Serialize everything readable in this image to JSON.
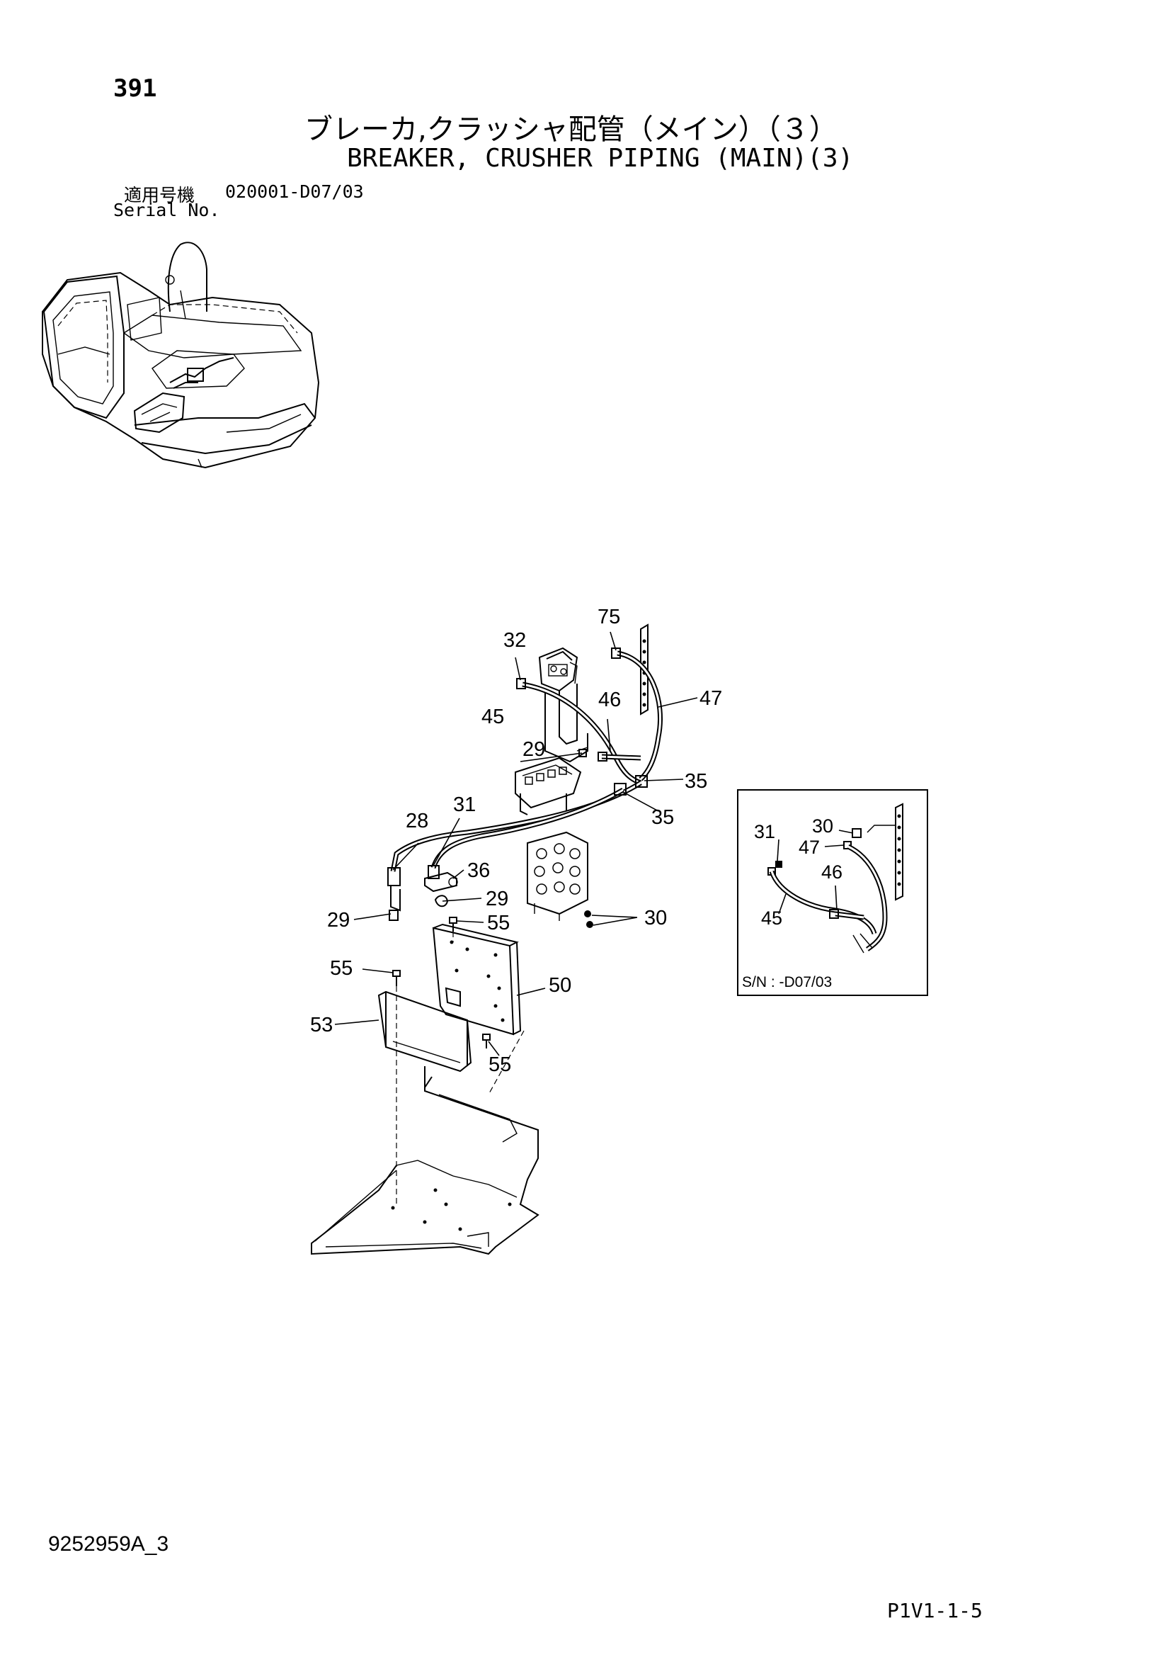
{
  "page_number": "391",
  "title_ja": "ブレーカ,クラッシャ配管（メイン）（３）",
  "title_en": "BREAKER, CRUSHER PIPING (MAIN)(3)",
  "serial": {
    "label_ja": "適用号機",
    "value": "020001-D07/03",
    "label_en": "Serial No."
  },
  "callouts": {
    "c75": "75",
    "c32": "32",
    "c46": "46",
    "c47": "47",
    "c45": "45",
    "c29a": "29",
    "c35a": "35",
    "c35b": "35",
    "c28": "28",
    "c31": "31",
    "c36": "36",
    "c29b": "29",
    "c29c": "29",
    "c55a": "55",
    "c30": "30",
    "c55b": "55",
    "c50": "50",
    "c53": "53",
    "c55c": "55"
  },
  "inset": {
    "c31": "31",
    "c30": "30",
    "c47": "47",
    "c46": "46",
    "c45": "45",
    "caption": "S/N : -D07/03"
  },
  "document_number": "9252959A_3",
  "page_code": "P1V1-1-5"
}
